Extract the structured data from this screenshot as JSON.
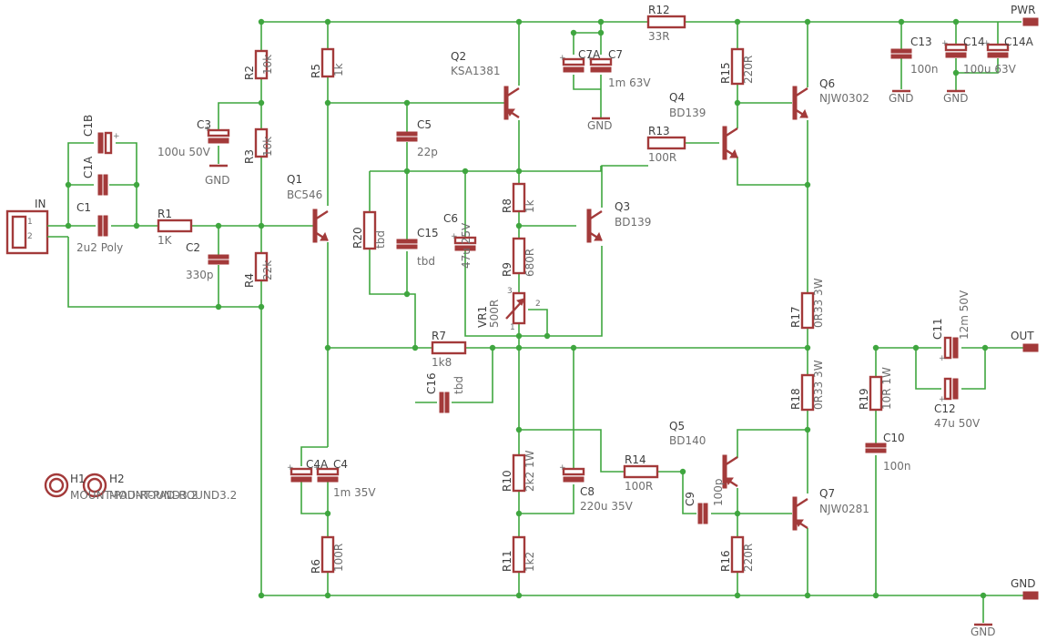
{
  "colors": {
    "wire": "#3fa63f",
    "part": "#a33a3a",
    "name": "#3f3f3f",
    "value": "#6e6e6e"
  },
  "ports": {
    "in": "IN",
    "pwr": "PWR",
    "out": "OUT",
    "gnd": "GND",
    "pin1": "1",
    "pin2": "2"
  },
  "holes": [
    {
      "name": "H1",
      "package": "MOUNT-PAD-ROUND3.2"
    },
    {
      "name": "H2",
      "package": "MOUNT-PAD-ROUND3.2"
    }
  ],
  "resistors": [
    {
      "name": "R1",
      "value": "1K"
    },
    {
      "name": "R2",
      "value": "10k"
    },
    {
      "name": "R3",
      "value": "10k"
    },
    {
      "name": "R4",
      "value": "22k"
    },
    {
      "name": "R5",
      "value": "1k"
    },
    {
      "name": "R6",
      "value": "100R"
    },
    {
      "name": "R7",
      "value": "1k8"
    },
    {
      "name": "R8",
      "value": "1k"
    },
    {
      "name": "R9",
      "value": "680R"
    },
    {
      "name": "R10",
      "value": "2k2 1W"
    },
    {
      "name": "R11",
      "value": "1k2"
    },
    {
      "name": "R12",
      "value": "33R"
    },
    {
      "name": "R13",
      "value": "100R"
    },
    {
      "name": "R14",
      "value": "100R"
    },
    {
      "name": "R15",
      "value": "220R"
    },
    {
      "name": "R16",
      "value": "220R"
    },
    {
      "name": "R17",
      "value": "0R33 3W"
    },
    {
      "name": "R18",
      "value": "0R33 3W"
    },
    {
      "name": "R19",
      "value": "10R 1W"
    },
    {
      "name": "R20",
      "value": "tbd"
    }
  ],
  "capacitors": [
    {
      "name": "C1",
      "value": "2u2 Poly"
    },
    {
      "name": "C1A",
      "value": ""
    },
    {
      "name": "C1B",
      "value": ""
    },
    {
      "name": "C2",
      "value": "330p"
    },
    {
      "name": "C3",
      "value": "100u 50V"
    },
    {
      "name": "C4",
      "value": "1m 35V"
    },
    {
      "name": "C4A",
      "value": ""
    },
    {
      "name": "C5",
      "value": "22p"
    },
    {
      "name": "C6",
      "value": "47u 25V"
    },
    {
      "name": "C7",
      "value": "1m 63V"
    },
    {
      "name": "C7A",
      "value": ""
    },
    {
      "name": "C8",
      "value": "220u 35V"
    },
    {
      "name": "C9",
      "value": "100p"
    },
    {
      "name": "C10",
      "value": "100n"
    },
    {
      "name": "C11",
      "value": "12m 50V"
    },
    {
      "name": "C12",
      "value": "47u 50V"
    },
    {
      "name": "C13",
      "value": "100n"
    },
    {
      "name": "C14",
      "value": "100u 63V"
    },
    {
      "name": "C14A",
      "value": ""
    },
    {
      "name": "C15",
      "value": "tbd"
    },
    {
      "name": "C16",
      "value": "tbd"
    }
  ],
  "transistors": [
    {
      "name": "Q1",
      "value": "BC546"
    },
    {
      "name": "Q2",
      "value": "KSA1381"
    },
    {
      "name": "Q3",
      "value": "BD139"
    },
    {
      "name": "Q4",
      "value": "BD139"
    },
    {
      "name": "Q5",
      "value": "BD140"
    },
    {
      "name": "Q6",
      "value": "NJW0302"
    },
    {
      "name": "Q7",
      "value": "NJW0281"
    }
  ],
  "trimmer": {
    "name": "VR1",
    "value": "500R",
    "pins": [
      "1",
      "3",
      "2"
    ]
  }
}
